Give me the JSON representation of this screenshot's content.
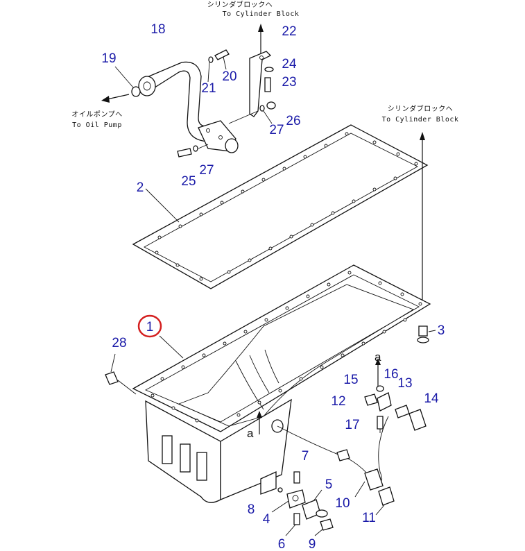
{
  "colors": {
    "callout": "#1a1aa8",
    "highlight": "#d42020",
    "linework": "#111111"
  },
  "notes": {
    "cylinder_top_jp": "シリンダブロックへ",
    "cylinder_top_en": "To Cylinder Block",
    "cylinder_right_jp": "シリンダブロックへ",
    "cylinder_right_en": "To Cylinder Block",
    "oil_pump_jp": "オイルポンプへ",
    "oil_pump_en": "To Oil Pump",
    "ref_a_upper": "a",
    "ref_a_lower": "a"
  },
  "callouts": {
    "c1": "1",
    "c2": "2",
    "c3": "3",
    "c4": "4",
    "c5": "5",
    "c6": "6",
    "c7": "7",
    "c8": "8",
    "c9": "9",
    "c10": "10",
    "c11": "11",
    "c12": "12",
    "c13": "13",
    "c14": "14",
    "c15": "15",
    "c16": "16",
    "c17": "17",
    "c18": "18",
    "c19": "19",
    "c20": "20",
    "c21": "21",
    "c22": "22",
    "c23": "23",
    "c24": "24",
    "c25": "25",
    "c26": "26",
    "c27a": "27",
    "c27b": "27",
    "c28": "28"
  }
}
